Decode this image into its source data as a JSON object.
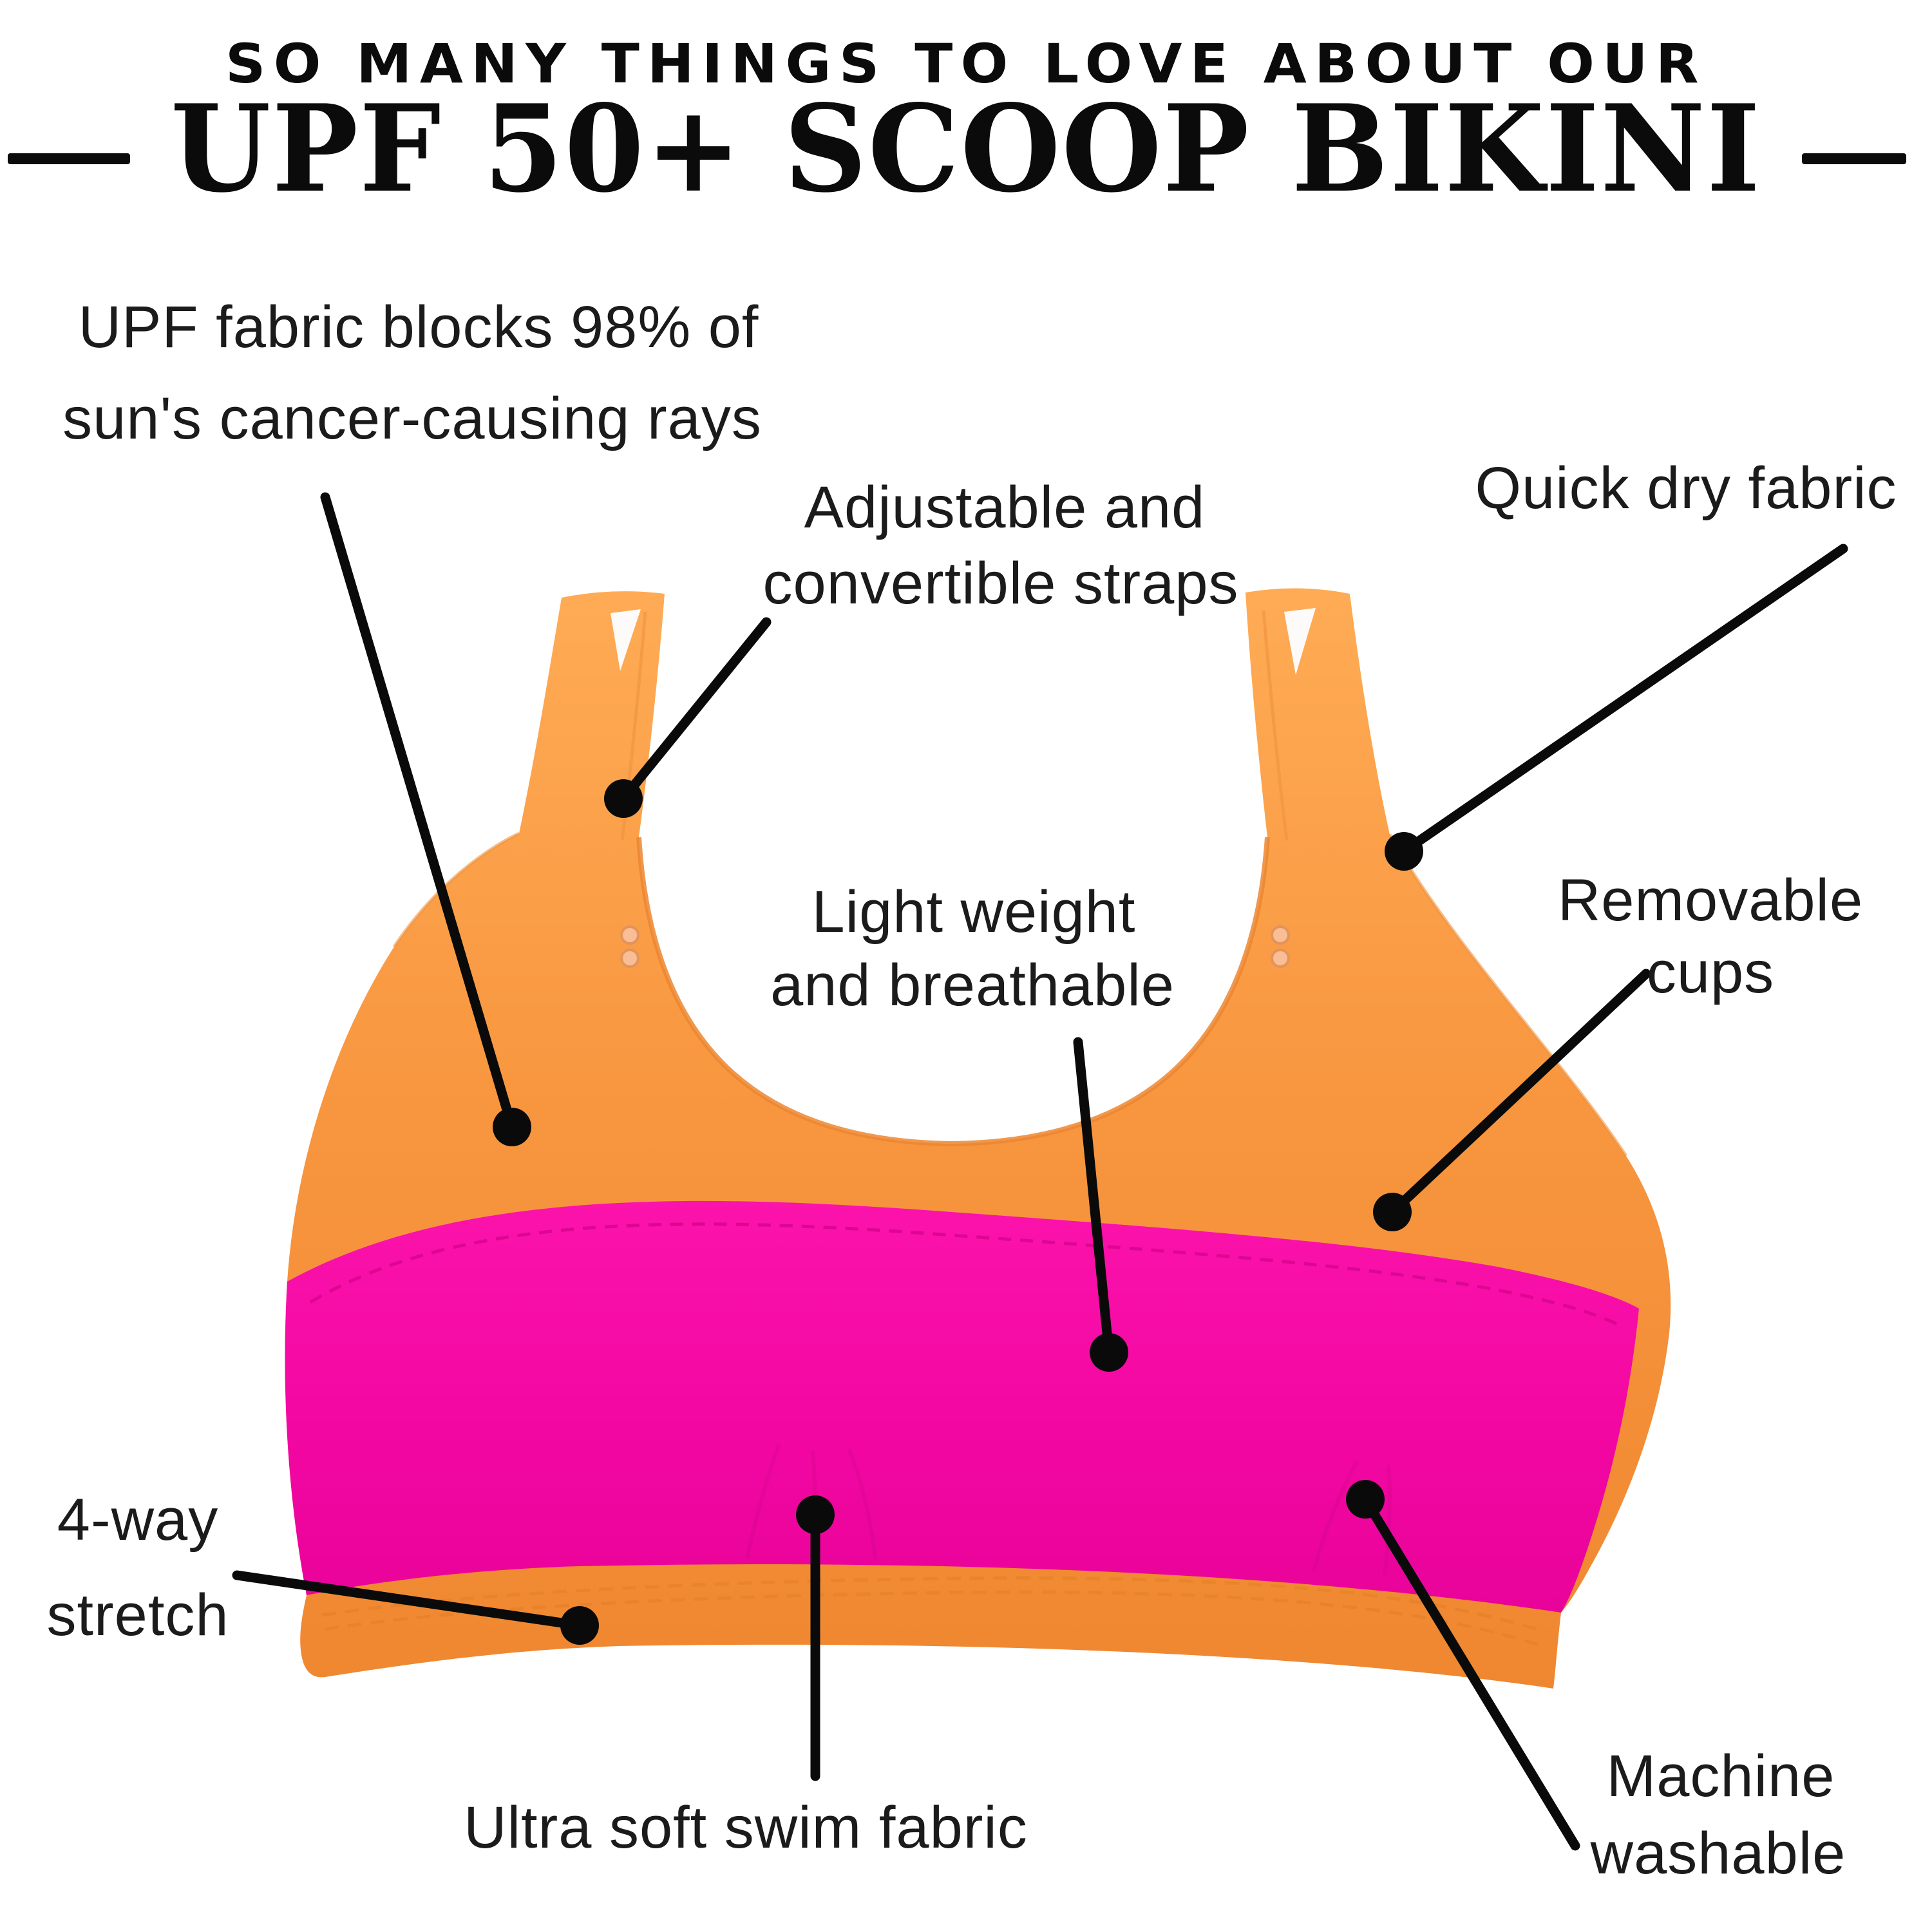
{
  "title": {
    "eyebrow": "SO MANY THINGS TO LOVE ABOUT OUR",
    "main": "UPF 50+ SCOOP BIKINI"
  },
  "product": {
    "name": "UPF 50+ Scoop Bikini top, flat lay",
    "colors": {
      "orange": "#F8963E",
      "orange_light": "#FFAB55",
      "orange_dark": "#EF8730",
      "pink": "#F507A1",
      "pink_light": "#FB13AB",
      "pink_dark": "#E8039A",
      "stitch_orange": "#E8822A",
      "stitch_pink": "#D9068E",
      "callout_black": "#0A0A0A",
      "text_black": "#1B1B1B"
    }
  },
  "features": [
    {
      "id": "upf",
      "lines": [
        "UPF fabric blocks 98% of",
        "sun's cancer-causing rays"
      ]
    },
    {
      "id": "straps",
      "lines": [
        "Adjustable and",
        "convertible straps"
      ]
    },
    {
      "id": "quick-dry",
      "lines": [
        "Quick dry fabric"
      ]
    },
    {
      "id": "lightweight",
      "lines": [
        "Light weight",
        "and breathable"
      ]
    },
    {
      "id": "removable-cups",
      "lines": [
        "Removable",
        "cups"
      ]
    },
    {
      "id": "stretch",
      "lines": [
        "4-way",
        "stretch"
      ]
    },
    {
      "id": "soft",
      "lines": [
        "Ultra soft swim fabric"
      ]
    },
    {
      "id": "washable",
      "lines": [
        "Machine",
        "washable"
      ]
    }
  ]
}
